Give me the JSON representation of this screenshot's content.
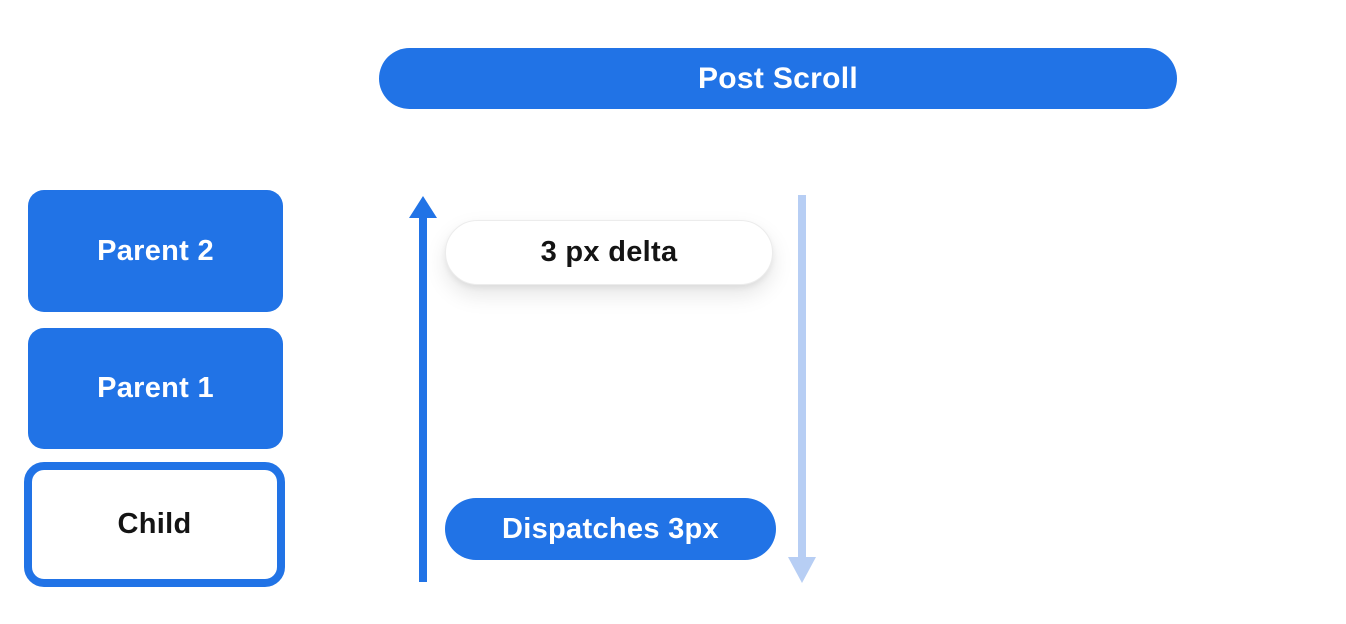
{
  "diagram": {
    "title_banner": {
      "label": "Post Scroll"
    },
    "widget_stack": [
      {
        "label": "Parent 2",
        "variant": "filled"
      },
      {
        "label": "Parent 1",
        "variant": "filled"
      },
      {
        "label": "Child",
        "variant": "outlined"
      }
    ],
    "scroll_flow": {
      "delta_pill": {
        "label": "3 px delta"
      },
      "dispatch_pill": {
        "label": "Dispatches 3px"
      },
      "up_arrow_icon": "arrow-up",
      "down_arrow_icon": "arrow-down"
    },
    "colors": {
      "primary_blue": "#2173E6",
      "light_blue": "#B7CEF4",
      "text_on_blue": "#FFFFFF",
      "text_dark": "#141414",
      "background": "#FFFFFF"
    }
  }
}
